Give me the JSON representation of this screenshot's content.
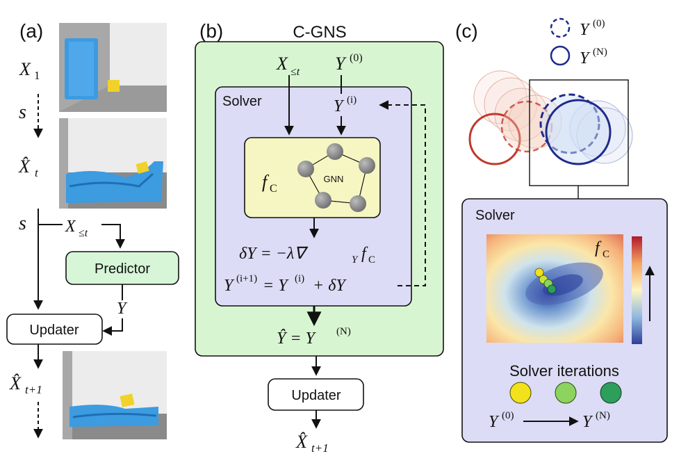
{
  "panel_a": {
    "label": "(a)",
    "x1": "X",
    "x1_sub": "1",
    "s_top": "s",
    "xhat_t": "X̂",
    "xhat_t_sub": "t",
    "s_mid": "s",
    "x_le_t": "X",
    "x_le_t_sub": "≤t",
    "predictor": "Predictor",
    "y": "Y",
    "updater": "Updater",
    "xhat_t1": "X̂",
    "xhat_t1_sub": "t+1"
  },
  "panel_b": {
    "label": "(b)",
    "title": "C-GNS",
    "x_le_t": "X",
    "x_le_t_sub": "≤t",
    "y0": "Y",
    "y0_sup": "(0)",
    "solver": "Solver",
    "yi": "Y",
    "yi_sup": "(i)",
    "fc": "f",
    "fc_sub": "C",
    "gnn": "GNN",
    "dy_eq": "δY = −λ∇",
    "dy_eq_sub": "Y",
    "dy_eq_f": "f",
    "dy_eq_fsub": "C",
    "update_eq_l": "Y",
    "update_eq_lsup": "(i+1)",
    "update_eq_m": "= Y",
    "update_eq_msup": "(i)",
    "update_eq_r": "+ δY",
    "yhat_eq": "Ŷ = Y",
    "yhat_eq_sup": "(N)",
    "updater": "Updater",
    "xhat_t1": "X̂",
    "xhat_t1_sub": "t+1"
  },
  "panel_c": {
    "label": "(c)",
    "legend_y0": "Y",
    "legend_y0_sup": "(0)",
    "legend_yn": "Y",
    "legend_yn_sup": "(N)",
    "solver": "Solver",
    "fc": "f",
    "fc_sub": "C",
    "iterations_title": "Solver iterations",
    "iter_from": "Y",
    "iter_from_sup": "(0)",
    "iter_to": "Y",
    "iter_to_sup": "(N)"
  },
  "colors": {
    "cgns_fill": "#d8f5d2",
    "solver_fill": "#dcdcf6",
    "fc_fill": "#f6f6c2",
    "predictor_fill": "#d7f5d7",
    "red_circle": "#c0392b",
    "blue_circle": "#1f2a8c",
    "iter_yellow": "#f2e21b",
    "iter_lightgreen": "#8dd35f",
    "iter_green": "#2e9e5b",
    "water_blue": "#3d9be0",
    "cube_yellow": "#f0d22a"
  },
  "icons": {
    "gnn_nodes": "graph-network-icon"
  }
}
